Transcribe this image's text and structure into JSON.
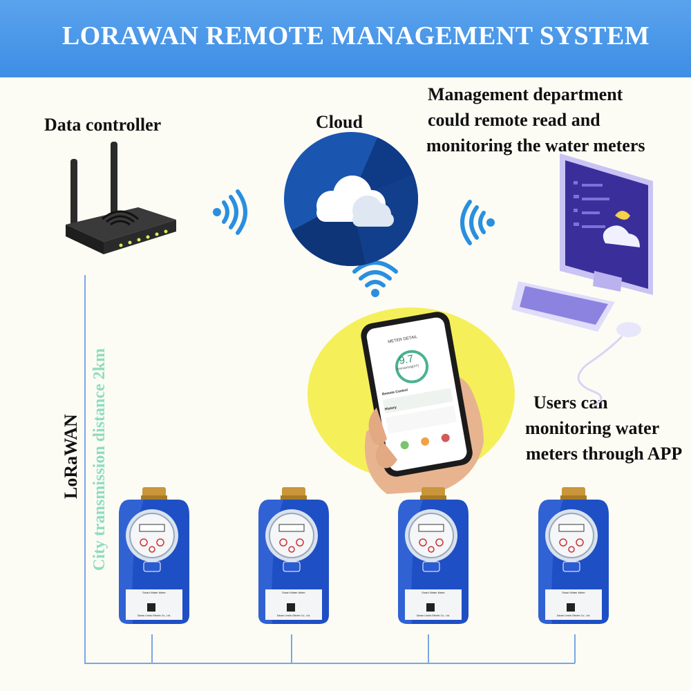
{
  "header": {
    "title": "LORAWAN REMOTE MANAGEMENT SYSTEM"
  },
  "labels": {
    "data_controller": "Data controller",
    "cloud": "Cloud",
    "management": [
      "Management department",
      "could remote read and",
      "monitoring the water meters"
    ],
    "users": [
      "Users can",
      "monitoring water",
      "meters through APP"
    ],
    "lorawan": "LoRaWAN",
    "distance": "City transmission distance 2km"
  },
  "phone": {
    "header": "METER DETAIL",
    "reading": "9.7",
    "unit": "Remaining(m³)",
    "remote_control": "Remote Control",
    "history": "History"
  },
  "meter": {
    "nameplate": "Smart Water Meter",
    "maker": "Danan Linshu Electric Co., Ltd."
  },
  "colors": {
    "banner": "#3d8ee6",
    "line": "#79a6e8",
    "distance_text": "#8fdcc0",
    "wifi": "#2a8fe0",
    "meter_blue": "#1f4fc4"
  }
}
